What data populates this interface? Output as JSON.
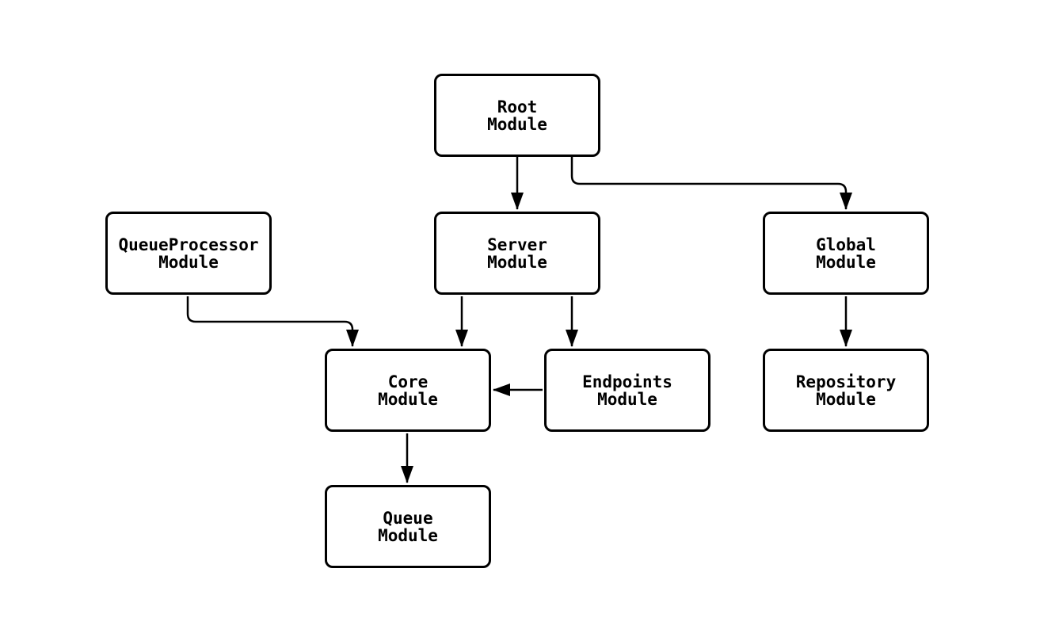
{
  "diagram": {
    "type": "module-dependency-graph",
    "nodes": {
      "root": {
        "label": "Root\nModule"
      },
      "queueprocessor": {
        "label": "QueueProcessor\nModule"
      },
      "server": {
        "label": "Server\nModule"
      },
      "global": {
        "label": "Global\nModule"
      },
      "core": {
        "label": "Core\nModule"
      },
      "endpoints": {
        "label": "Endpoints\nModule"
      },
      "repository": {
        "label": "Repository\nModule"
      },
      "queue": {
        "label": "Queue\nModule"
      }
    },
    "edges": [
      {
        "from": "Root Module",
        "to": "Server Module"
      },
      {
        "from": "Root Module",
        "to": "Global Module"
      },
      {
        "from": "QueueProcessor Module",
        "to": "Core Module"
      },
      {
        "from": "Server Module",
        "to": "Core Module"
      },
      {
        "from": "Server Module",
        "to": "Endpoints Module"
      },
      {
        "from": "Endpoints Module",
        "to": "Core Module"
      },
      {
        "from": "Global Module",
        "to": "Repository Module"
      },
      {
        "from": "Core Module",
        "to": "Queue Module"
      }
    ],
    "colors": {
      "background": "#ffffff",
      "node_fill": "#ffffff",
      "node_border": "#000000",
      "edge": "#000000",
      "text": "#000000"
    }
  }
}
